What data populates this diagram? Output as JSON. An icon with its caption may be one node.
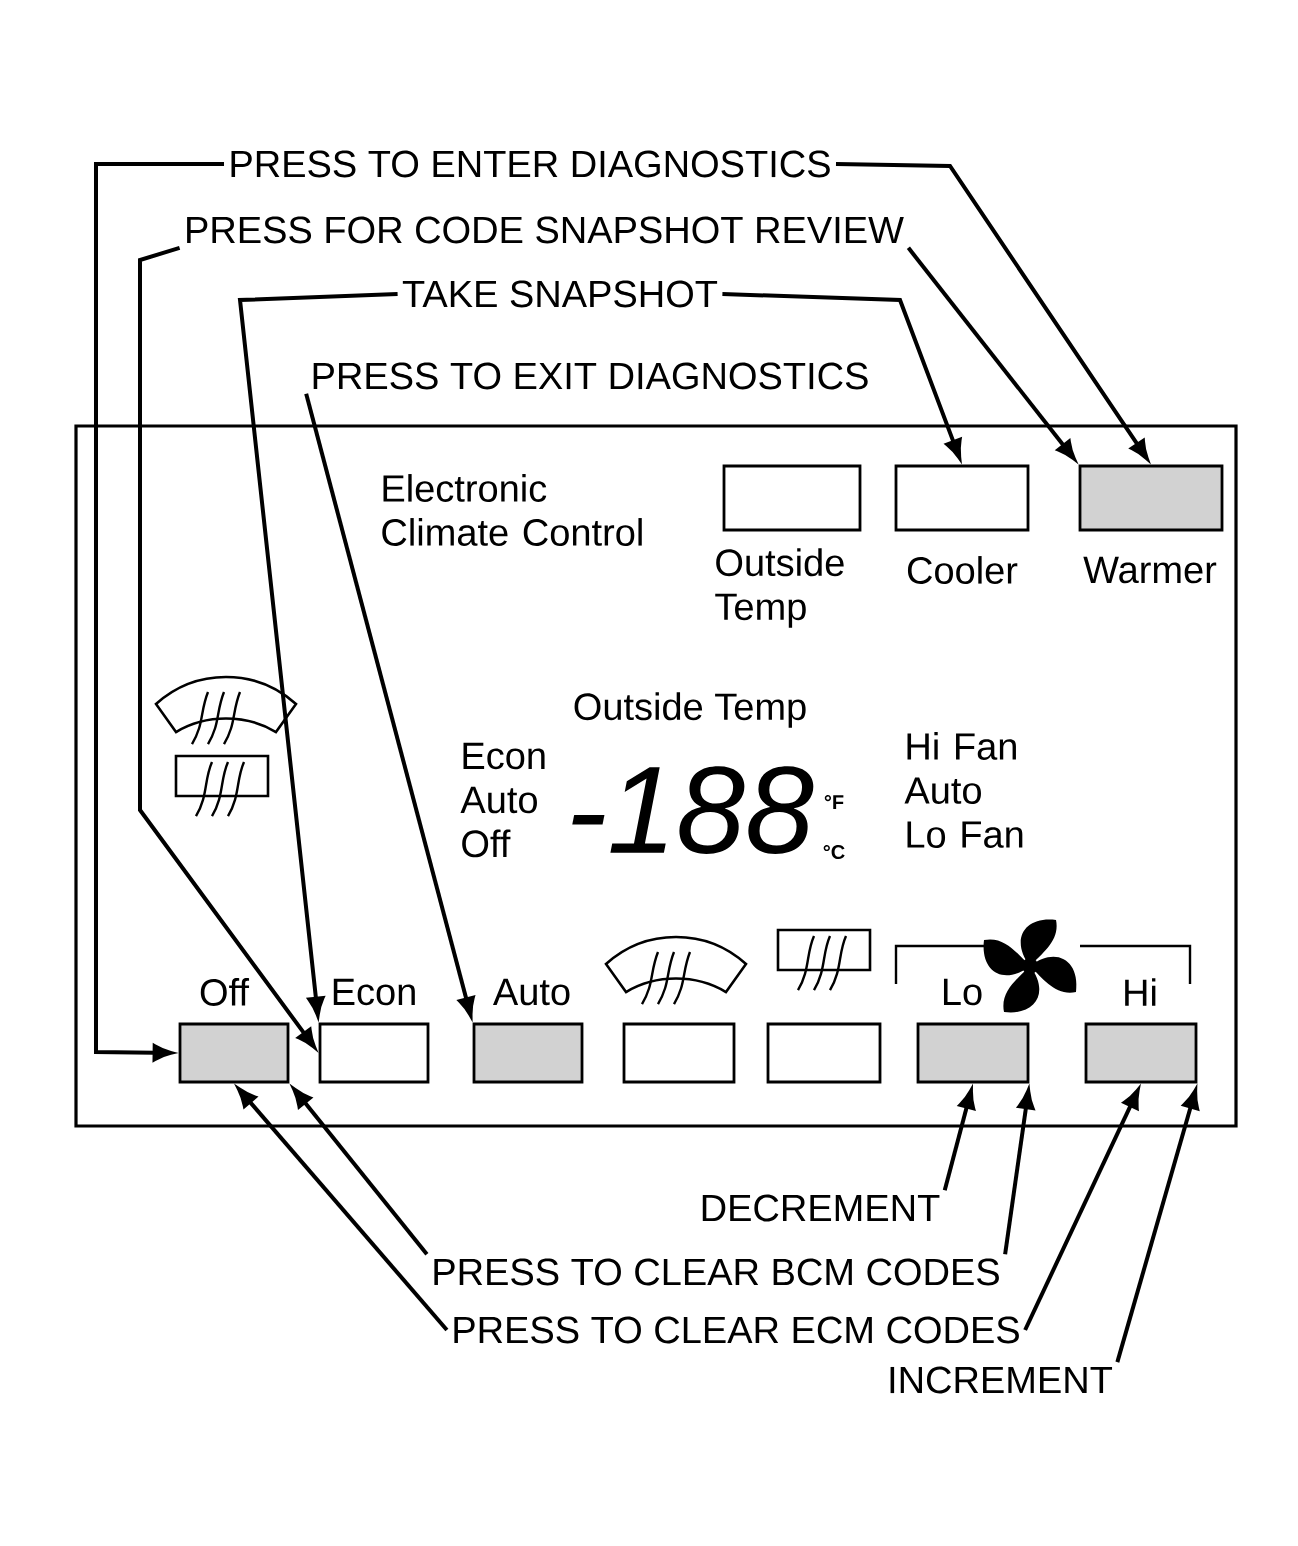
{
  "diagram": {
    "nodes": [
      {
        "text": [
          "PRESS TO ENTER DIAGNOSTICS"
        ]
      },
      {
        "text": [
          "PRESS FOR CODE SNAPSHOT REVIEW"
        ]
      },
      {
        "text": [
          "TAKE SNAPSHOT"
        ]
      },
      {
        "text": [
          "PRESS TO EXIT DIAGNOSTICS"
        ]
      },
      {
        "text": [
          "Outside Temp"
        ]
      },
      {
        "text": [
          "Cooler"
        ]
      },
      {
        "text": [
          "Warmer"
        ]
      },
      {
        "text": [
          "Off"
        ]
      },
      {
        "text": [
          "Econ"
        ]
      },
      {
        "text": [
          "Auto"
        ]
      },
      {
        "text": [],
        "shape": "box"
      },
      {
        "text": [],
        "shape": "box"
      },
      {
        "text": [
          "Lo"
        ]
      },
      {
        "text": [
          "Hi"
        ]
      },
      {
        "text": [
          "DECREMENT"
        ]
      },
      {
        "text": [
          "PRESS TO CLEAR BCM CODES"
        ]
      },
      {
        "text": [
          "PRESS TO CLEAR ECM CODES"
        ]
      },
      {
        "text": [
          "INCREMENT"
        ]
      }
    ],
    "edges": [
      {
        "from": 0,
        "to": 7,
        "arrow": "to"
      },
      {
        "from": 0,
        "to": 6,
        "arrow": "to"
      },
      {
        "from": 1,
        "to": 8,
        "arrow": "to"
      },
      {
        "from": 1,
        "to": 6,
        "arrow": "to"
      },
      {
        "from": 2,
        "to": 8,
        "arrow": "to"
      },
      {
        "from": 2,
        "to": 5,
        "arrow": "to"
      },
      {
        "from": 3,
        "to": 9,
        "arrow": "to"
      },
      {
        "from": 14,
        "to": 12,
        "arrow": "to"
      },
      {
        "from": 15,
        "to": 7,
        "arrow": "to"
      },
      {
        "from": 15,
        "to": 12,
        "arrow": "to"
      },
      {
        "from": 16,
        "to": 7,
        "arrow": "to"
      },
      {
        "from": 16,
        "to": 13,
        "arrow": "to"
      },
      {
        "from": 17,
        "to": 13,
        "arrow": "to"
      }
    ],
    "labels": [
      "Electronic Climate Control",
      "Outside Temp",
      "Econ Auto Off",
      "-188",
      "°F",
      "°C",
      "Hi Fan Auto Lo Fan"
    ]
  }
}
